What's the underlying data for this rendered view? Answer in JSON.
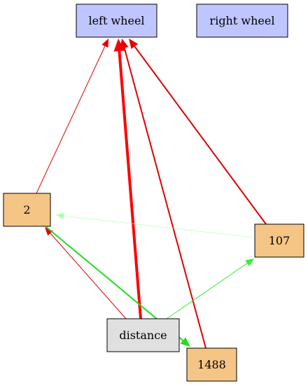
{
  "diagram": {
    "nodes": [
      {
        "id": "left",
        "label": "left wheel",
        "fill": "#bfc6ff",
        "kind": "output"
      },
      {
        "id": "right",
        "label": "right wheel",
        "fill": "#bfc6ff",
        "kind": "output"
      },
      {
        "id": "n2",
        "label": "2",
        "fill": "#f5c585",
        "kind": "hidden"
      },
      {
        "id": "n107",
        "label": "107",
        "fill": "#f5c585",
        "kind": "hidden"
      },
      {
        "id": "distance",
        "label": "distance",
        "fill": "#e0e0e0",
        "kind": "input"
      },
      {
        "id": "n1488",
        "label": "1488",
        "fill": "#f5c585",
        "kind": "hidden"
      }
    ],
    "edges": [
      {
        "from": "n2",
        "to": "left",
        "color": "#e00000",
        "weight": "thin"
      },
      {
        "from": "distance",
        "to": "left",
        "color": "#ff0000",
        "weight": "heavy"
      },
      {
        "from": "n1488",
        "to": "left",
        "color": "#e00000",
        "weight": "medium"
      },
      {
        "from": "n107",
        "to": "left",
        "color": "#e00000",
        "weight": "medium"
      },
      {
        "from": "n107",
        "to": "n2",
        "color": "#aaffaa",
        "weight": "faint"
      },
      {
        "from": "distance",
        "to": "n2",
        "color": "#e00000",
        "weight": "thin"
      },
      {
        "from": "distance",
        "to": "n107",
        "color": "#33ee33",
        "weight": "thin"
      },
      {
        "from": "n2",
        "to": "n1488",
        "color": "#22dd22",
        "weight": "medium"
      }
    ]
  }
}
